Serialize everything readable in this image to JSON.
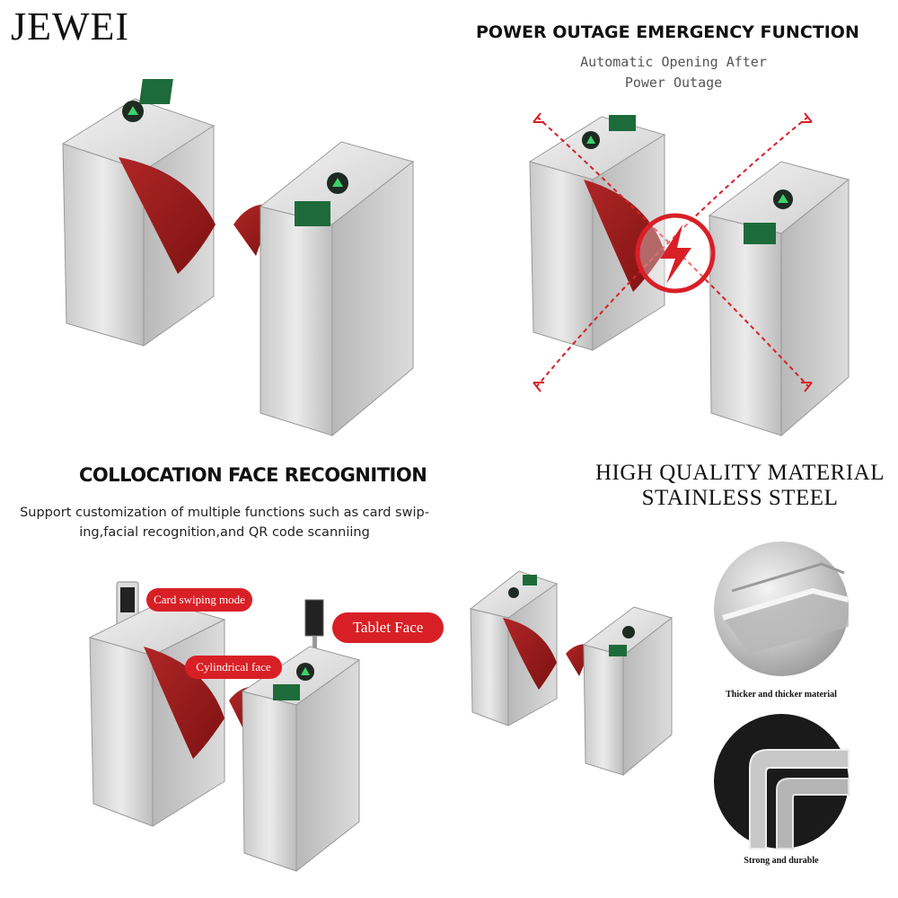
{
  "brand": {
    "name": "JEWEI"
  },
  "power": {
    "title": "POWER OUTAGE EMERGENCY FUNCTION",
    "subtitle_line1": "Automatic Opening After",
    "subtitle_line2": "Power Outage"
  },
  "face": {
    "title": "COLLOCATION FACE RECOGNITION",
    "desc_line1": "Support customization of multiple functions such as card swip-",
    "desc_line2": "ing,facial recognition,and QR code scanniing",
    "callouts": [
      "Card swiping mode",
      "Tablet Face",
      "Cylindrical face"
    ]
  },
  "material": {
    "title_line1": "HIGH QUALITY MATERIAL",
    "title_line2": "STAINLESS STEEL",
    "caption1": "Thicker and thicker material",
    "caption2": "Strong and durable"
  },
  "colors": {
    "wing": "#9c1c1c",
    "accent_red": "#d91f26",
    "steel": "#d4d4d4",
    "arrow_green": "#1fa84b"
  }
}
